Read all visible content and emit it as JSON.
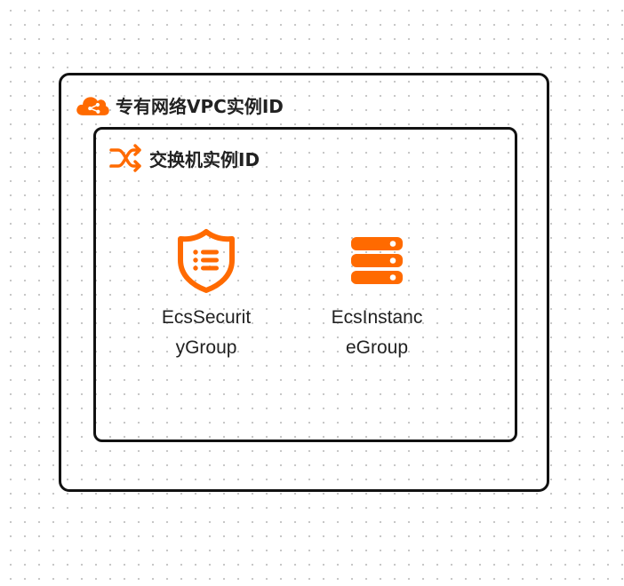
{
  "diagram": {
    "accent_color": "#FF6A00",
    "border_color": "#111111",
    "groups": [
      {
        "id": "vpc",
        "label": "专有网络VPC实例ID",
        "icon": "cloud-icon"
      },
      {
        "id": "vswitch",
        "label": "交换机实例ID",
        "icon": "shuffle-icon"
      }
    ],
    "nodes": [
      {
        "id": "security-group",
        "label_line1": "EcsSecurit",
        "label_line2": "yGroup",
        "icon": "shield-list-icon"
      },
      {
        "id": "instance-group",
        "label_line1": "EcsInstanc",
        "label_line2": "eGroup",
        "icon": "server-stack-icon"
      }
    ]
  }
}
